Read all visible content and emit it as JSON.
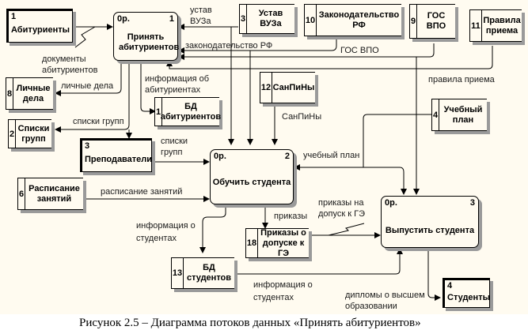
{
  "caption": "Рисунок 2.5 – Диаграмма потоков данных «Принять абитуриентов»",
  "processes": [
    {
      "id": "p1",
      "tag": "0р.",
      "number": "1",
      "label": "Принять абитуриентов"
    },
    {
      "id": "p2",
      "tag": "0р.",
      "number": "2",
      "label": "Обучить студента"
    },
    {
      "id": "p3",
      "tag": "0р.",
      "number": "3",
      "label": "Выпустить студента"
    }
  ],
  "externals": [
    {
      "id": "e1",
      "number": "1",
      "label": "Абитуриенты"
    },
    {
      "id": "e3",
      "number": "3",
      "label": "Преподаватели"
    },
    {
      "id": "e4",
      "number": "4",
      "label": "Студенты"
    }
  ],
  "stores": [
    {
      "id": "s3",
      "number": "3",
      "label": "Устав ВУЗа"
    },
    {
      "id": "s10",
      "number": "10",
      "label": "Законодательство РФ"
    },
    {
      "id": "s9",
      "number": "9",
      "label": "ГОС ВПО"
    },
    {
      "id": "s11",
      "number": "11",
      "label": "Правила приема"
    },
    {
      "id": "s8",
      "number": "8",
      "label": "Личные дела"
    },
    {
      "id": "s1",
      "number": "1",
      "label": "БД абитуриентов"
    },
    {
      "id": "s12",
      "number": "12",
      "label": "СанПиНы"
    },
    {
      "id": "s2",
      "number": "2",
      "label": "Списки групп"
    },
    {
      "id": "s4",
      "number": "4",
      "label": "Учебный план"
    },
    {
      "id": "s6",
      "number": "6",
      "label": "Расписание занятий"
    },
    {
      "id": "s18",
      "number": "18",
      "label": "Приказы о допуске к ГЭ"
    },
    {
      "id": "s13",
      "number": "13",
      "label": "БД студентов"
    }
  ],
  "flows": {
    "docs": "документы абитуриентов",
    "ustav": "устав ВУЗа",
    "zakon": "законодательство РФ",
    "gos": "ГОС ВПО",
    "rules": "правила приема",
    "personal": "личные дела",
    "info_abit": "информация об абитуриентах",
    "groups1": "списки групп",
    "groups2": "списки групп",
    "sanpin": "СанПиНы",
    "plan": "учебный план",
    "schedule": "расписание занятий",
    "info_stud1": "информация о студентах",
    "orders": "приказы",
    "orders_ge": "приказы на допуск к ГЭ",
    "info_stud2": "информация о студентах",
    "diplomas": "дипломы о высшем образовании"
  }
}
